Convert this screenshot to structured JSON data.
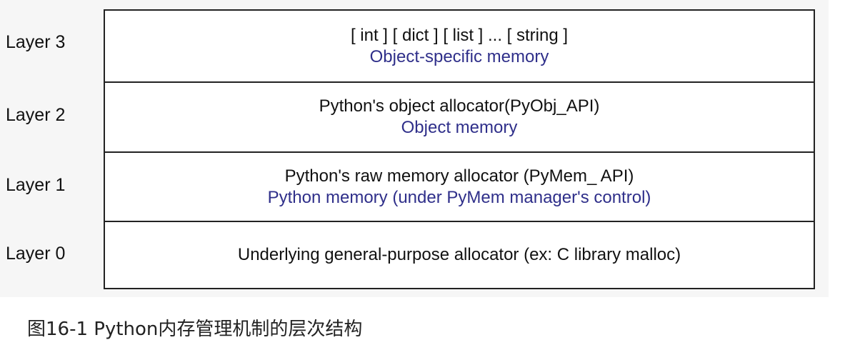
{
  "diagram": {
    "layers": [
      {
        "label": "Layer 3",
        "main": "[ int ] [ dict ] [ list ] ... [ string ]",
        "sub": "Object-specific memory"
      },
      {
        "label": "Layer 2",
        "main": "Python's object allocator(PyObj_API)",
        "sub": "Object memory"
      },
      {
        "label": "Layer 1",
        "main": "Python's raw memory allocator (PyMem_ API)",
        "sub": "Python memory (under PyMem manager's control)"
      },
      {
        "label": "Layer 0",
        "main": "Underlying general-purpose allocator (ex: C library malloc)",
        "sub": ""
      }
    ],
    "colors": {
      "main_text": "#111111",
      "sub_text": "#2f2f8a",
      "border": "#222222",
      "figure_background": "#f6f6f6"
    }
  },
  "caption": "图16-1 Python内存管理机制的层次结构"
}
